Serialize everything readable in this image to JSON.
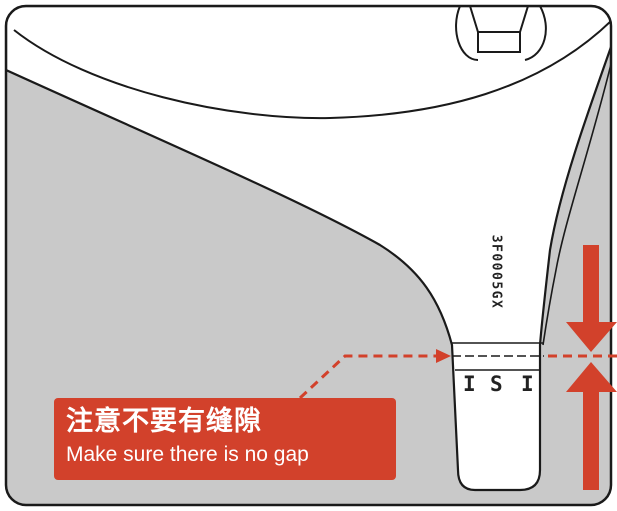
{
  "colors": {
    "background_gray": "#c9c9c9",
    "accent_red": "#d2412b",
    "outline": "#1a1a1a",
    "part_white": "#ffffff"
  },
  "part": {
    "model_code": "3F0005GX",
    "adjustment_marks": [
      "I",
      "S",
      "I"
    ]
  },
  "callout": {
    "chinese": "注意不要有缝隙",
    "english": "Make sure there is no gap"
  }
}
